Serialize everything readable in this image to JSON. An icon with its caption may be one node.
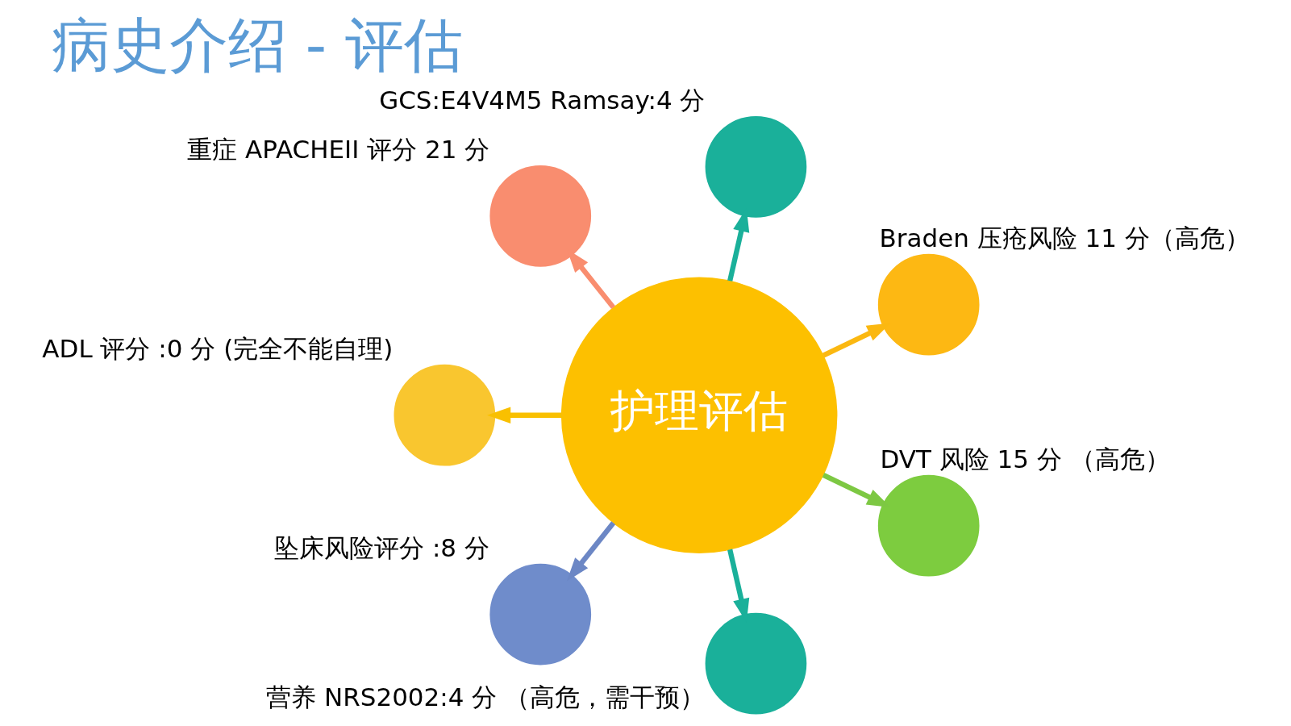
{
  "diagram": {
    "title": "病史介绍 - 评估",
    "nodes": [
      {
        "text": [],
        "shape": "circle",
        "beside": [
          "GCS:E4V4M5 Ramsay:4 分"
        ]
      },
      {
        "text": [],
        "shape": "circle",
        "beside": [
          "重症 APACHEII 评分 21 分"
        ]
      },
      {
        "text": [],
        "shape": "circle",
        "beside": [
          "Braden 压疮风险 11 分（高危）"
        ]
      },
      {
        "text": [],
        "shape": "circle",
        "beside": [
          "ADL 评分 :0 分 (完全不能自理)"
        ]
      },
      {
        "text": [
          "护理评估"
        ]
      },
      {
        "text": [],
        "shape": "circle",
        "beside": [
          "DVT 风险 15 分 （高危）"
        ]
      },
      {
        "text": [],
        "shape": "circle",
        "beside": [
          "坠床风险评分 :8 分"
        ]
      },
      {
        "text": [],
        "shape": "circle",
        "beside": [
          "营养 NRS2002:4 分 （高危，需干预）"
        ]
      }
    ],
    "edges": [
      {
        "from": 4,
        "to": 2,
        "arrow": "to",
        "color": "#fbb811"
      },
      {
        "from": 4,
        "to": 0,
        "arrow": "to",
        "color": "#1ab09a"
      },
      {
        "from": 4,
        "to": 1,
        "arrow": "to",
        "color": "#f98d6f"
      },
      {
        "from": 4,
        "to": 3,
        "arrow": "to",
        "color": "#f9c000"
      },
      {
        "from": 4,
        "to": 6,
        "arrow": "to",
        "color": "#6c87c5"
      },
      {
        "from": 4,
        "to": 7,
        "arrow": "to",
        "color": "#1ab09a"
      },
      {
        "from": 4,
        "to": 5,
        "arrow": "to",
        "color": "#7dc843"
      }
    ]
  }
}
